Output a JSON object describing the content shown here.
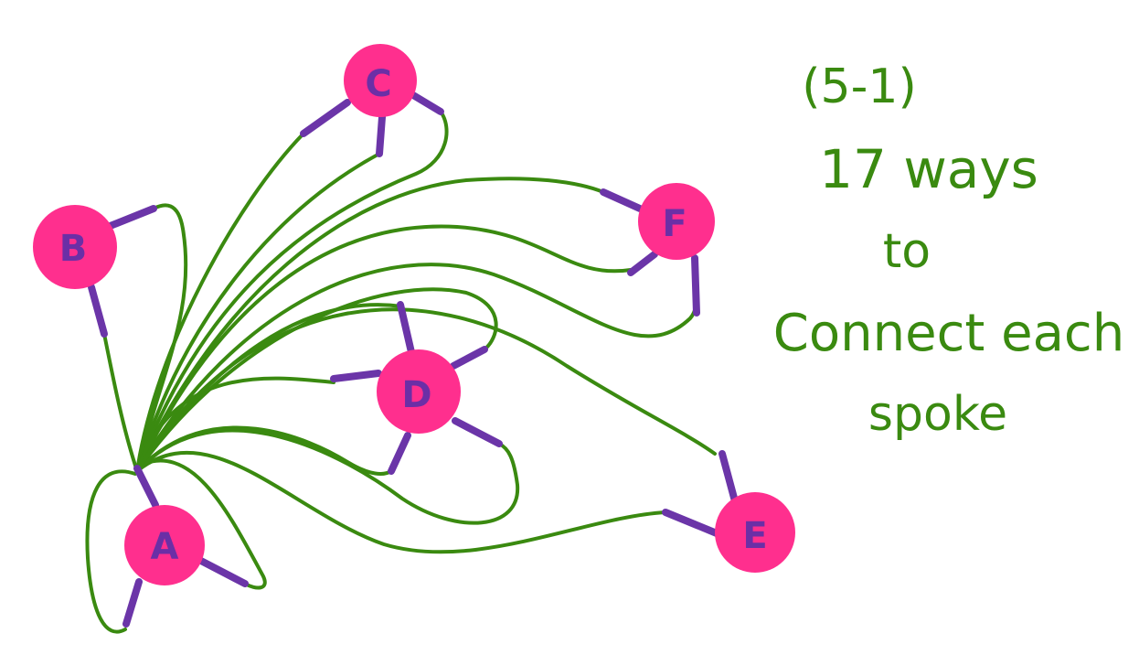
{
  "colors": {
    "node_fill": "#ff2f8e",
    "node_label": "#6b2fa6",
    "spoke": "#6b35a8",
    "wire": "#3a8a10",
    "note_text": "#3a8a10"
  },
  "nodes": [
    {
      "id": "A",
      "label": "A"
    },
    {
      "id": "B",
      "label": "B"
    },
    {
      "id": "C",
      "label": "C"
    },
    {
      "id": "D",
      "label": "D"
    },
    {
      "id": "E",
      "label": "E"
    },
    {
      "id": "F",
      "label": "F"
    }
  ],
  "note": {
    "line1": "(5-1)",
    "line2": "17 ways",
    "line3": "to",
    "line4": "Connect each",
    "line5": "spoke"
  }
}
